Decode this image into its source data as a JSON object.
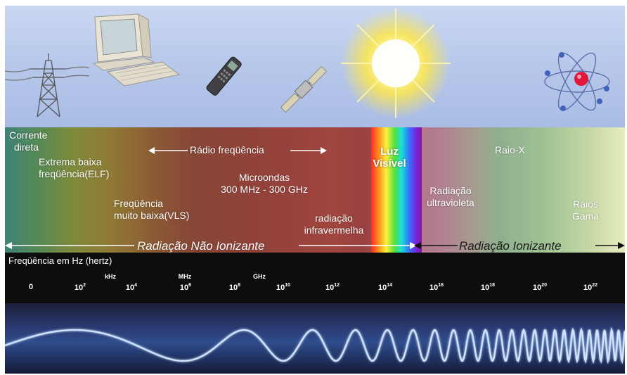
{
  "spectrum": {
    "dc_label": [
      "Corrente",
      "direta"
    ],
    "elf_label": [
      "Extrema baixa",
      "freqüência(ELF)"
    ],
    "vls_label": [
      "Freqüência",
      "muito baixa(VLS)"
    ],
    "radio_label": "Rádio freqüência",
    "microwave_label": [
      "Microondas",
      "300 MHz - 300 GHz"
    ],
    "infrared_label": [
      "radiação",
      "infravermelha"
    ],
    "visible_label": [
      "Luz",
      "Visível"
    ],
    "uv_label": [
      "Radiação",
      "ultravioleta"
    ],
    "xray_label": "Raio-X",
    "gamma_label": [
      "Raios",
      "Gama"
    ],
    "non_ionizing_label": "Radiação Não Ionizante",
    "ionizing_label": "Radiação Ionizante"
  },
  "frequency": {
    "title": "Freqüência em Hz (hertz)",
    "ticks": [
      {
        "base": "0",
        "exp": ""
      },
      {
        "base": "10",
        "exp": "2"
      },
      {
        "base": "10",
        "exp": "4"
      },
      {
        "base": "10",
        "exp": "6"
      },
      {
        "base": "10",
        "exp": "8"
      },
      {
        "base": "10",
        "exp": "10"
      },
      {
        "base": "10",
        "exp": "12"
      },
      {
        "base": "10",
        "exp": "14"
      },
      {
        "base": "10",
        "exp": "16"
      },
      {
        "base": "10",
        "exp": "18"
      },
      {
        "base": "10",
        "exp": "20"
      },
      {
        "base": "10",
        "exp": "22"
      }
    ],
    "units": [
      "kHz",
      "MHz",
      "GHz"
    ]
  },
  "colors": {
    "visible_spectrum": [
      "#ff2a2a",
      "#ff8a1f",
      "#fff13a",
      "#58e03c",
      "#18e0d8",
      "#3b6cff",
      "#7a22d8"
    ],
    "wave": "#cfe3ff"
  },
  "icons": [
    "power-tower-icon",
    "computer-icon",
    "cell-phone-icon",
    "satellite-icon",
    "sun-icon",
    "atom-icon"
  ]
}
